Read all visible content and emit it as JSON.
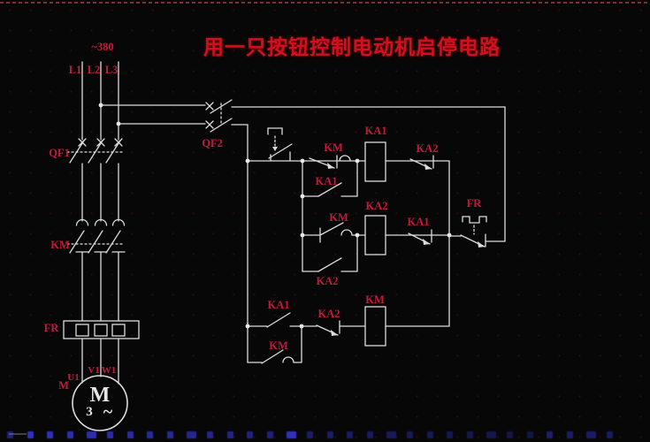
{
  "title": "用一只按钮控制电动机启停电路",
  "colors": {
    "background": "#070707",
    "wire": "#dcdcdc",
    "label": "#c21a3c",
    "title": "#d0101e",
    "watermark": "#3a3ae6"
  },
  "power_circuit": {
    "voltage_label": "~380",
    "phase_labels": [
      "L1",
      "L2",
      "L3"
    ],
    "breaker_label": "QF1",
    "contactor_label": "KM",
    "overload_label": "FR",
    "motor": {
      "letter": "M",
      "phase_count": "3",
      "tilde": "~",
      "designator": "M",
      "terminal_u": "U1",
      "terminal_v": "V1",
      "terminal_w": "W1"
    }
  },
  "control_circuit": {
    "breaker_label": "QF2",
    "rung1": {
      "nc_km": "KM",
      "coil": "KA1",
      "nc_ka2": "KA2",
      "parallel_ka1": "KA1"
    },
    "rung2": {
      "no_km": "KM",
      "coil": "KA2",
      "nc_ka1": "KA1",
      "parallel_ka2": "KA2"
    },
    "rung3": {
      "no_ka1": "KA1",
      "nc_ka2": "KA2",
      "coil": "KM",
      "parallel_km": "KM"
    },
    "overload_label": "FR"
  },
  "watermark": {
    "count": 31,
    "color": "#3a3ae6"
  }
}
